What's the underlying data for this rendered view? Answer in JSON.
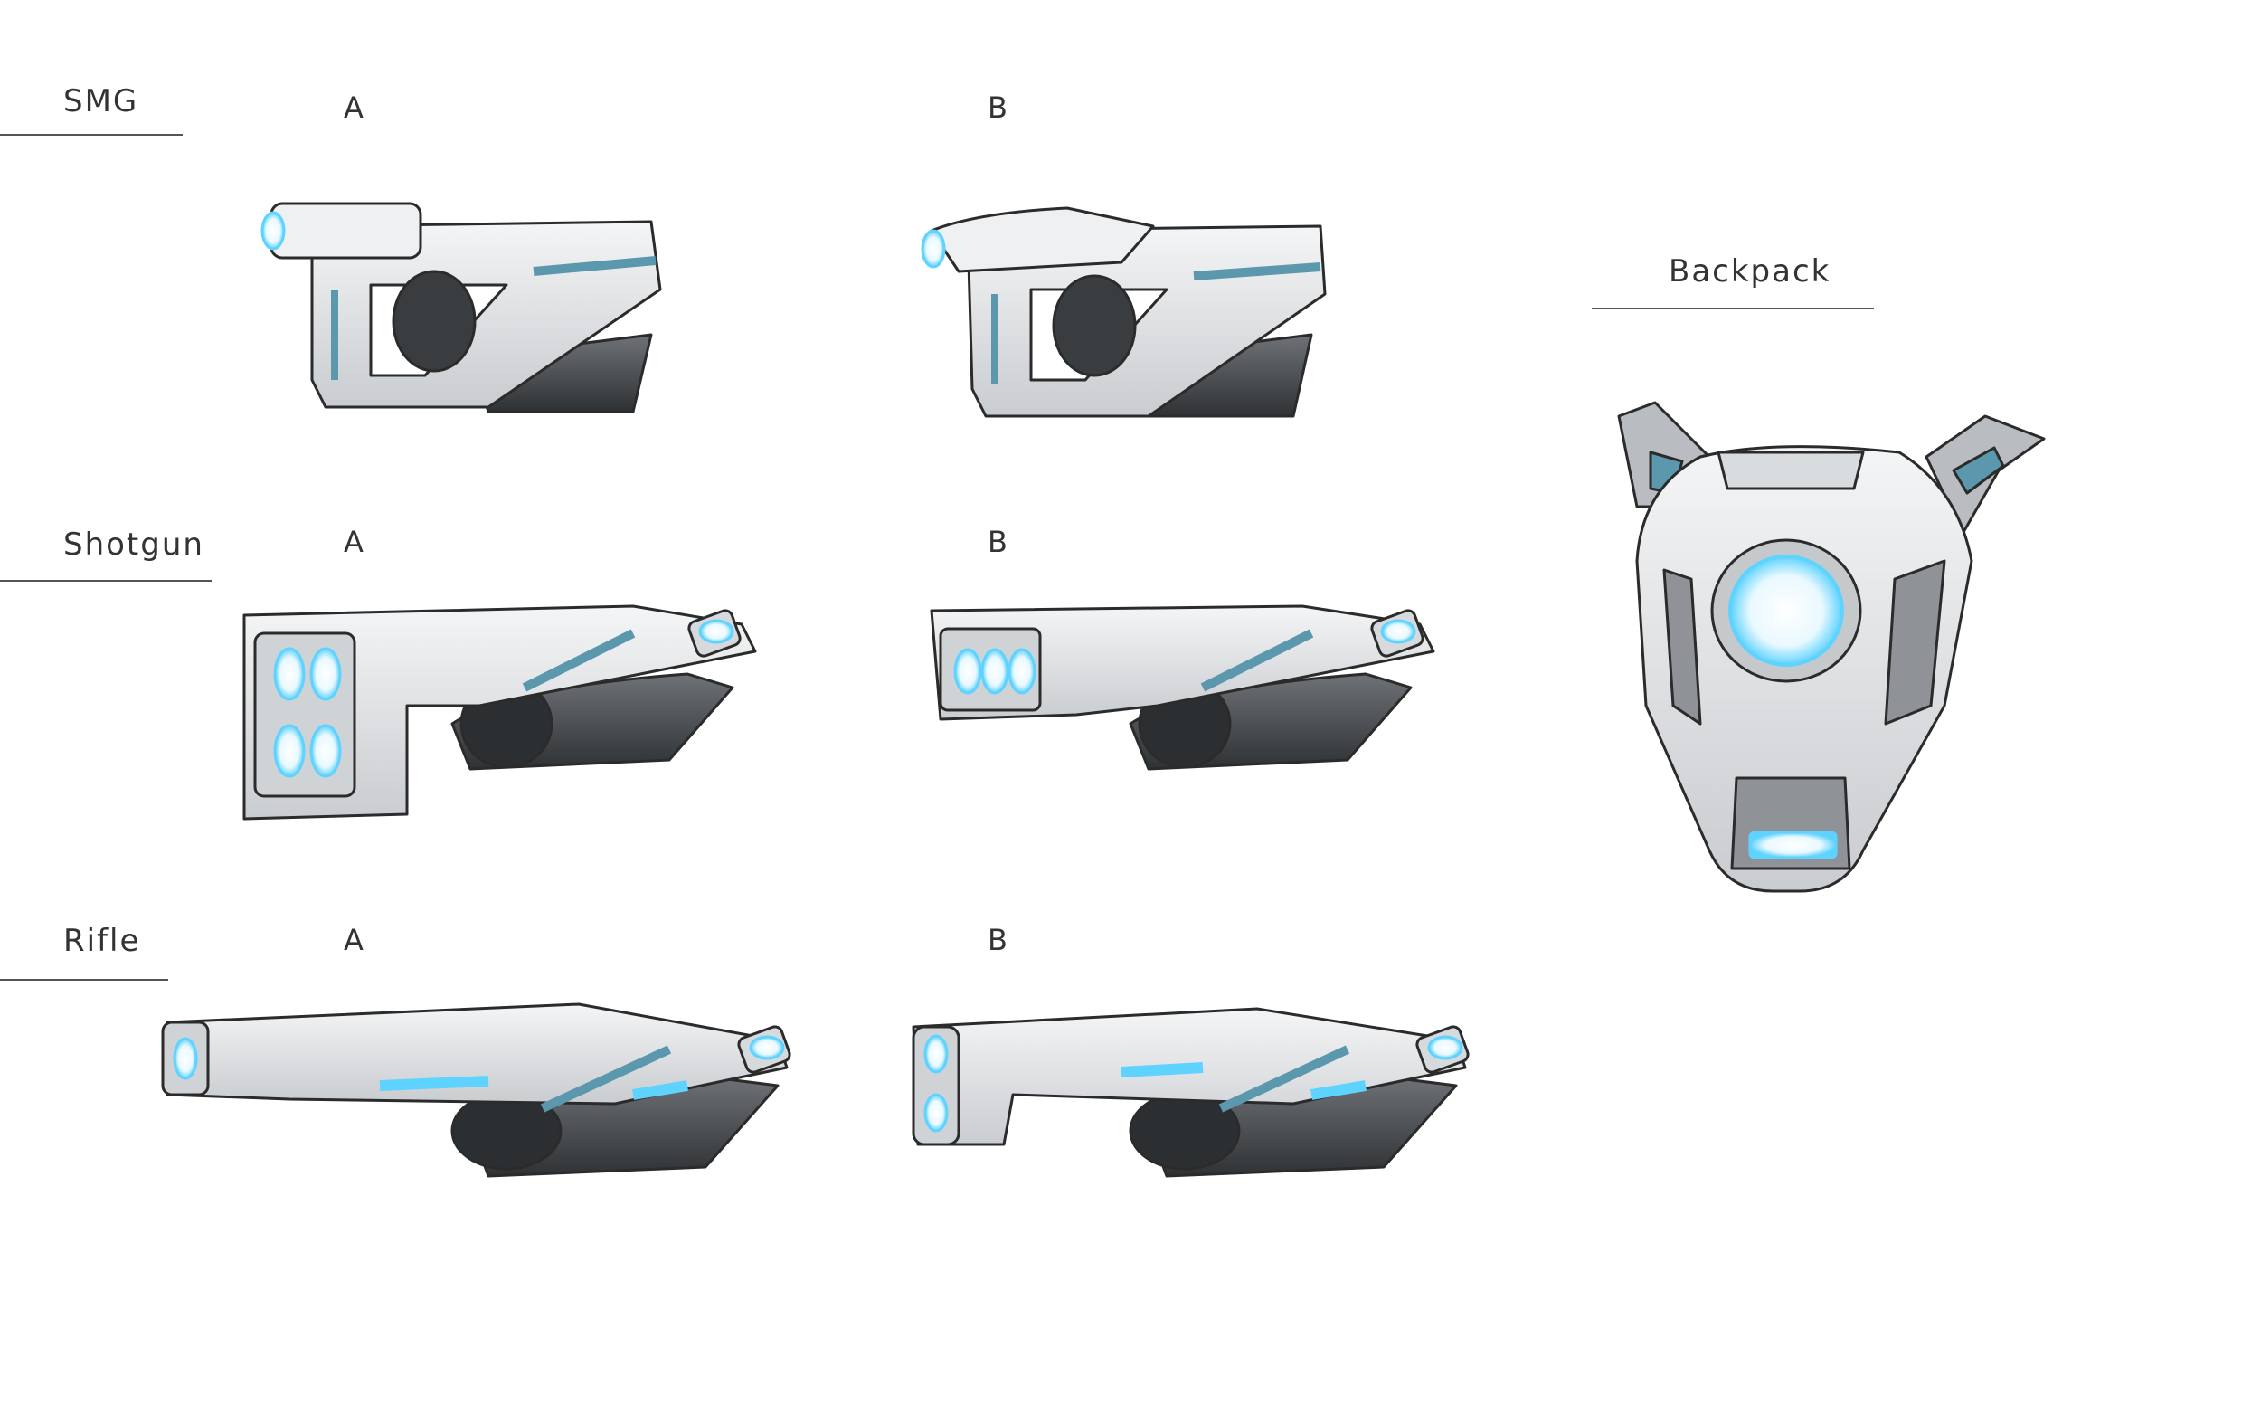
{
  "sections": {
    "smg": {
      "label": "SMG"
    },
    "shotgun": {
      "label": "Shotgun"
    },
    "rifle": {
      "label": "Rifle"
    },
    "backpack": {
      "label": "Backpack"
    }
  },
  "variants": {
    "a": "A",
    "b": "B"
  },
  "colors": {
    "body": "#e8eaec",
    "shadow": "#7f8387",
    "dark": "#3c3f42",
    "accent": "#5b97ad",
    "glow": "#6fd8ff",
    "outline": "#2b2b2b"
  }
}
